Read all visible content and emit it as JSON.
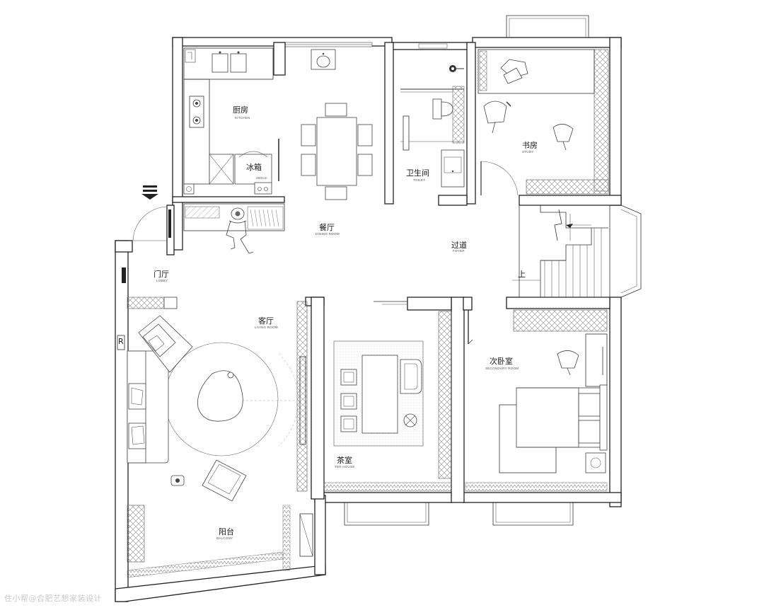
{
  "rooms": {
    "kitchen": {
      "cn": "厨房",
      "en": "KITCHEN"
    },
    "fridge": {
      "cn": "冰箱",
      "en": "300Cm"
    },
    "dining": {
      "cn": "餐厅",
      "en": "DINING ROOM"
    },
    "toilet": {
      "cn": "卫生间",
      "en": "TOILET"
    },
    "study": {
      "cn": "书房",
      "en": "STUDY"
    },
    "foyer": {
      "cn": "过道",
      "en": "FOYER"
    },
    "lobby": {
      "cn": "门厅",
      "en": "LOBBY"
    },
    "living": {
      "cn": "客厅",
      "en": "LIVING ROOM"
    },
    "tea": {
      "cn": "茶室",
      "en": "TER HOUSE"
    },
    "secondary": {
      "cn": "次卧室",
      "en": "SECONDARY ROOM"
    },
    "balcony": {
      "cn": "阳台",
      "en": "BALCONY"
    }
  },
  "marks": {
    "stair_up": "上",
    "wall_r": "R"
  },
  "watermark": "住小帮@合肥艺想家装设计",
  "colors": {
    "wall": "#222222",
    "line": "#444444",
    "hatch": "#888888"
  },
  "icons": [
    "entrance-arrow-icon",
    "sink-icon",
    "stove-icon",
    "toilet-icon",
    "chair-icon",
    "bed-icon",
    "pillow-icon",
    "person-icon",
    "plant-icon",
    "lamp-icon"
  ]
}
